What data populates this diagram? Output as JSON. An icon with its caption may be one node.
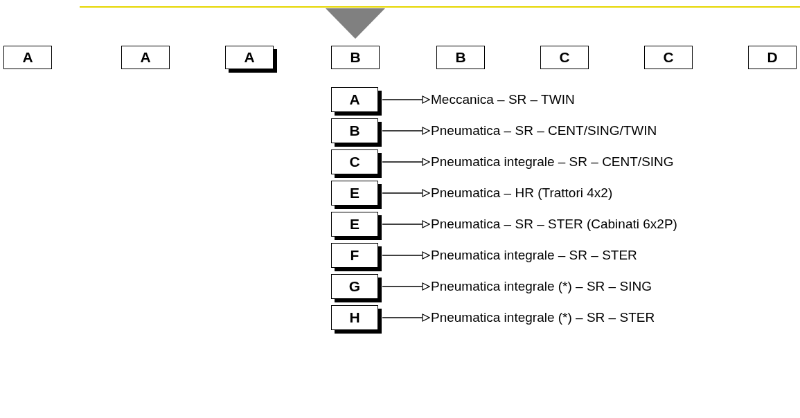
{
  "diagram": {
    "nodes": [
      {
        "text": [
          "A"
        ]
      },
      {
        "text": [
          "A"
        ]
      },
      {
        "text": [
          "A"
        ]
      },
      {
        "text": [
          "B"
        ]
      },
      {
        "text": [
          "B"
        ]
      },
      {
        "text": [
          "C"
        ]
      },
      {
        "text": [
          "C"
        ]
      },
      {
        "text": [
          "D"
        ]
      },
      {
        "text": [],
        "shape": "triangle"
      },
      {
        "text": [
          "A"
        ]
      },
      {
        "text": [
          "Meccanica – SR – TWIN"
        ]
      },
      {
        "text": [
          "B"
        ]
      },
      {
        "text": [
          "Pneumatica – SR – CENT/SING/TWIN"
        ]
      },
      {
        "text": [
          "C"
        ]
      },
      {
        "text": [
          "Pneumatica integrale – SR – CENT/SING"
        ]
      },
      {
        "text": [
          "E"
        ]
      },
      {
        "text": [
          "Pneumatica – HR (Trattori 4x2)"
        ]
      },
      {
        "text": [
          "E"
        ]
      },
      {
        "text": [
          "Pneumatica – SR – STER (Cabinati 6x2P)"
        ]
      },
      {
        "text": [
          "F"
        ]
      },
      {
        "text": [
          "Pneumatica integrale – SR – STER"
        ]
      },
      {
        "text": [
          "G"
        ]
      },
      {
        "text": [
          "Pneumatica integrale (*) – SR – SING"
        ]
      },
      {
        "text": [
          "H"
        ]
      },
      {
        "text": [
          "Pneumatica integrale (*) – SR – STER"
        ]
      }
    ],
    "edges": [
      {
        "from": 9,
        "to": 10,
        "arrow": "to"
      },
      {
        "from": 11,
        "to": 12,
        "arrow": "to"
      },
      {
        "from": 13,
        "to": 14,
        "arrow": "to"
      },
      {
        "from": 15,
        "to": 16,
        "arrow": "to"
      },
      {
        "from": 17,
        "to": 18,
        "arrow": "to"
      },
      {
        "from": 19,
        "to": 20,
        "arrow": "to"
      },
      {
        "from": 21,
        "to": 22,
        "arrow": "to"
      },
      {
        "from": 23,
        "to": 24,
        "arrow": "to"
      }
    ]
  }
}
